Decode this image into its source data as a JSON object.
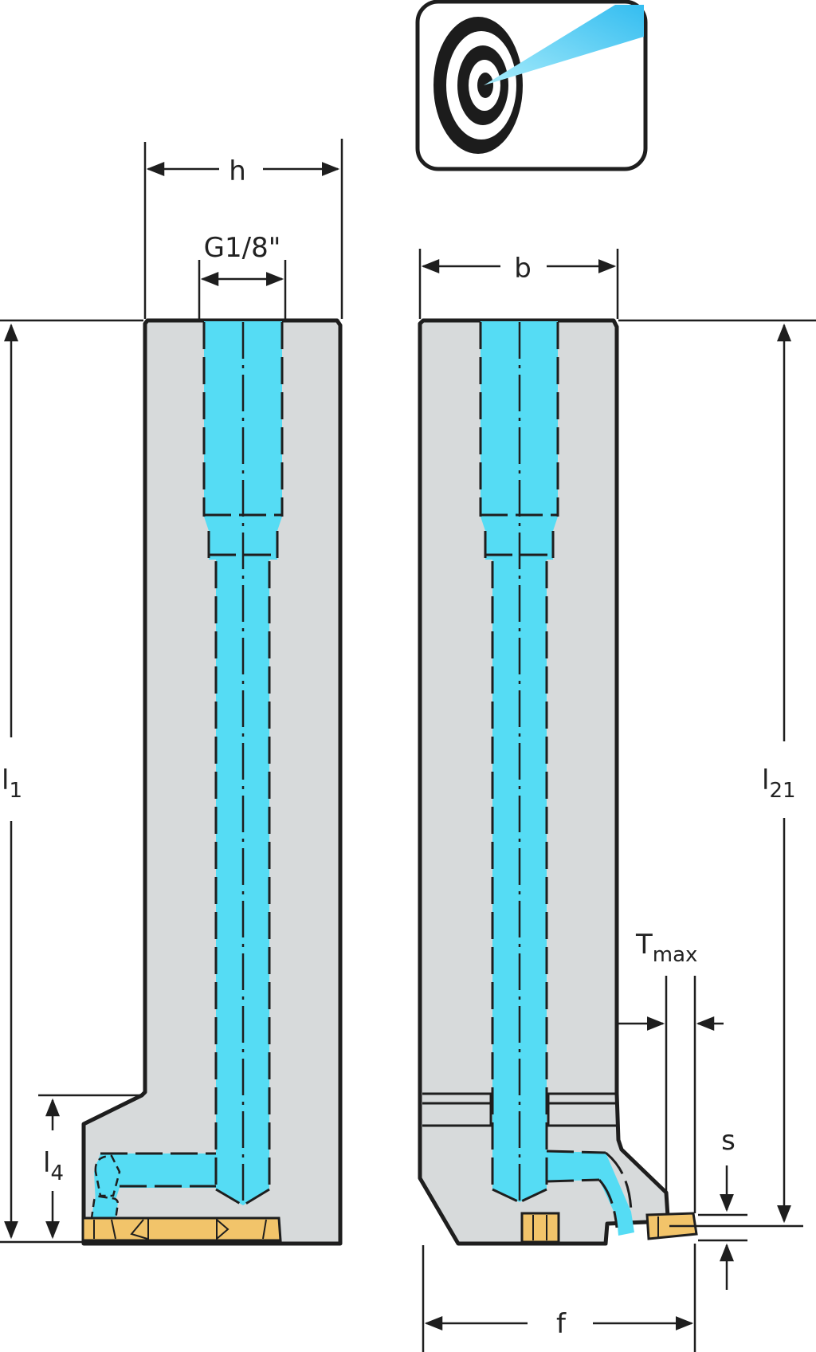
{
  "labels": {
    "h": "h",
    "thread": "G1/8\"",
    "b": "b",
    "l1_main": "l",
    "l1_sub": "1",
    "l4_main": "l",
    "l4_sub": "4",
    "l21_main": "l",
    "l21_sub": "21",
    "tmax_main": "T",
    "tmax_sub": "max",
    "s": "s",
    "f": "f"
  },
  "colors": {
    "body": "#d7dadb",
    "outline": "#1e1e1e",
    "coolant": "#55dcf4",
    "insert": "#f2c46a",
    "stream": "#4fc9f2",
    "target": "#1c1c1c"
  },
  "icons": {
    "precision_coolant": "target-coolant-icon"
  }
}
